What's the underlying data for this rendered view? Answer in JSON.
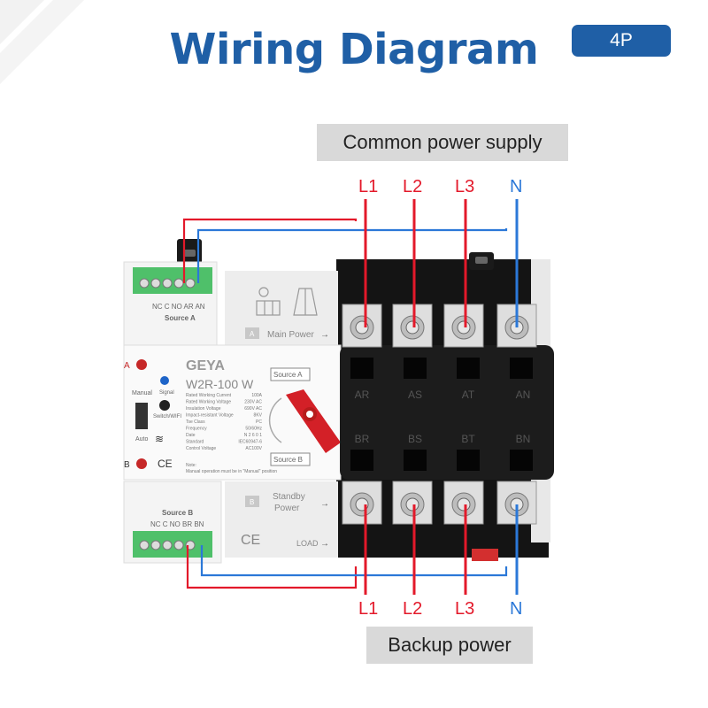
{
  "title": "Wiring Diagram",
  "badge": "4P",
  "common_supply_label": "Common power supply",
  "backup_power_label": "Backup power",
  "top_terminals": [
    "L1",
    "L2",
    "L3",
    "N"
  ],
  "bottom_terminals": [
    "L1",
    "L2",
    "L3",
    "N"
  ],
  "device": {
    "brand": "GEYA",
    "model": "W2R-100 W",
    "source_a_terminals": "NC C NO AR AN",
    "source_a_label": "Source A",
    "source_b_terminals": "NC C NO BR BN",
    "source_b_label": "Source B",
    "main_power_letter": "A",
    "main_power_label": "Main Power",
    "standby_letter": "B",
    "standby_label_1": "Standby",
    "standby_label_2": "Power",
    "load_label": "LOAD",
    "source_a_tag": "Source A",
    "source_b_tag": "Source B",
    "indicator_a": "A",
    "indicator_b": "B",
    "signal_label": "Signal",
    "switch_wifi_label": "Switch/WIFI",
    "manual_label": "Manual",
    "auto_label": "Auto",
    "ce_mark": "CE",
    "upper_phases": [
      "AR",
      "AS",
      "AT",
      "AN"
    ],
    "lower_phases": [
      "BR",
      "BS",
      "BT",
      "BN"
    ],
    "specs_left": [
      "Rated Working Current",
      "Rated Working Voltage",
      "Insulation Voltage",
      "Impact-resistant Voltage",
      "Tse Class",
      "Frequency",
      "Date",
      "Standard",
      "Control Voltage"
    ],
    "specs_right": [
      "100A",
      "230V AC",
      "690V AC",
      "8KV",
      "PC",
      "50/60Hz",
      "N 2 6 0 1",
      "IEC60947-6",
      "AC100V"
    ],
    "note_1": "Note:",
    "note_2": "Manual operation must be in \"Manual\" position"
  },
  "colors": {
    "title": "#1f5fa6",
    "live_wire": "#e3192a",
    "neutral_wire": "#2b78d8",
    "label_box": "#d9d9d9"
  }
}
